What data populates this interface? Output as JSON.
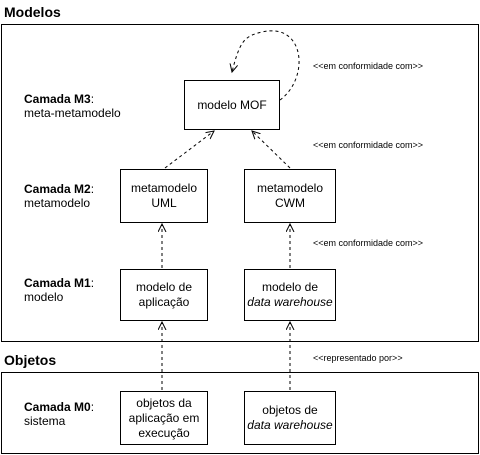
{
  "sections": {
    "modelos": "Modelos",
    "objetos": "Objetos"
  },
  "layers": {
    "m3": {
      "name": "Camada M3",
      "desc": "meta-metamodelo"
    },
    "m2": {
      "name": "Camada M2",
      "desc": "metamodelo"
    },
    "m1": {
      "name": "Camada M1",
      "desc": "modelo"
    },
    "m0": {
      "name": "Camada M0",
      "desc": "sistema"
    }
  },
  "nodes": {
    "mof": {
      "line1": "modelo MOF"
    },
    "uml": {
      "line1": "metamodelo",
      "line2": "UML"
    },
    "cwm": {
      "line1": "metamodelo",
      "line2": "CWM"
    },
    "aplicacao": {
      "line1": "modelo de",
      "line2": "aplicação"
    },
    "dw": {
      "line1": "modelo de",
      "line2": "data warehouse"
    },
    "obj_aplicacao": {
      "line1": "objetos da",
      "line2": "aplicação em",
      "line3": "execução"
    },
    "obj_dw": {
      "line1": "objetos de",
      "line2": "data warehouse"
    }
  },
  "relations": {
    "conformidade_1": "<<em conformidade com>>",
    "conformidade_2": "<<em conformidade com>>",
    "conformidade_3": "<<em conformidade com>>",
    "representado": "<<representado por>>"
  }
}
